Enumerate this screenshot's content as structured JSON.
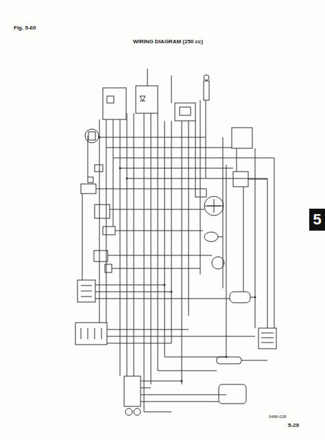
{
  "diagram": {
    "title": "WIRING DIAGRAM (250 cc)",
    "labels": [
      "Fig. 5-60",
      "5",
      "0486-028",
      "5-29"
    ]
  }
}
